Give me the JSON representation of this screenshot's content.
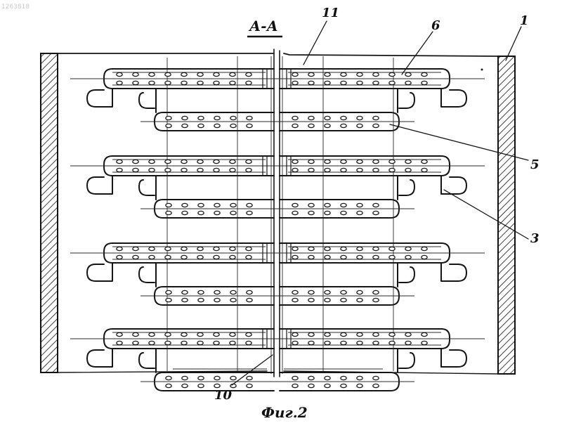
{
  "drawing": {
    "watermark": "1263818",
    "section_label": "А-А",
    "figure_caption": "Фиг.2",
    "callouts": [
      {
        "id": "c11",
        "text": "11"
      },
      {
        "id": "c6",
        "text": "6"
      },
      {
        "id": "c1",
        "text": "1"
      },
      {
        "id": "c5",
        "text": "5"
      },
      {
        "id": "c3",
        "text": "3"
      },
      {
        "id": "c10",
        "text": "10"
      }
    ]
  }
}
